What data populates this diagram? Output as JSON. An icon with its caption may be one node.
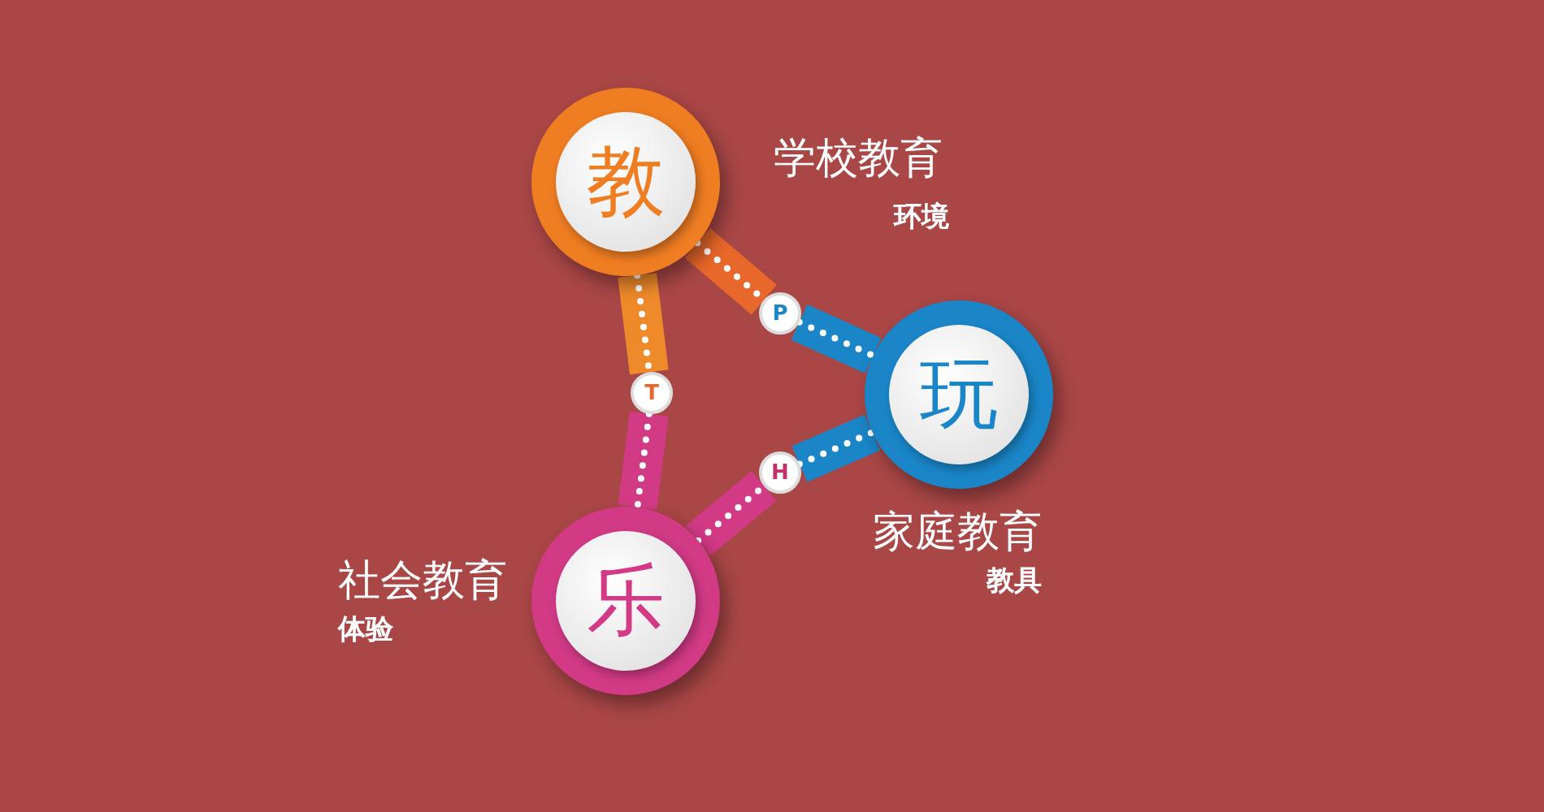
{
  "diagram": {
    "nodes": [
      {
        "text": [
          "教"
        ],
        "beside": [
          "学校教育",
          "环境"
        ]
      },
      {
        "text": [
          "P"
        ]
      },
      {
        "text": [
          "玩"
        ],
        "beside": [
          "家庭教育",
          "教具"
        ]
      },
      {
        "text": [
          "T"
        ]
      },
      {
        "text": [
          "H"
        ]
      },
      {
        "text": [
          "乐"
        ],
        "beside": [
          "社会教育",
          "体验"
        ]
      }
    ],
    "edges": [
      {
        "from": 0,
        "to": 1,
        "arrow": "none",
        "color": "#e8672a"
      },
      {
        "from": 1,
        "to": 2,
        "arrow": "none",
        "color": "#1a86c8"
      },
      {
        "from": 0,
        "to": 3,
        "arrow": "none",
        "color": "#ef8a2a"
      },
      {
        "from": 3,
        "to": 5,
        "arrow": "none",
        "color": "#d23a86"
      },
      {
        "from": 5,
        "to": 4,
        "arrow": "none",
        "color": "#d23a86"
      },
      {
        "from": 4,
        "to": 2,
        "arrow": "none",
        "color": "#1a86c8"
      }
    ]
  }
}
